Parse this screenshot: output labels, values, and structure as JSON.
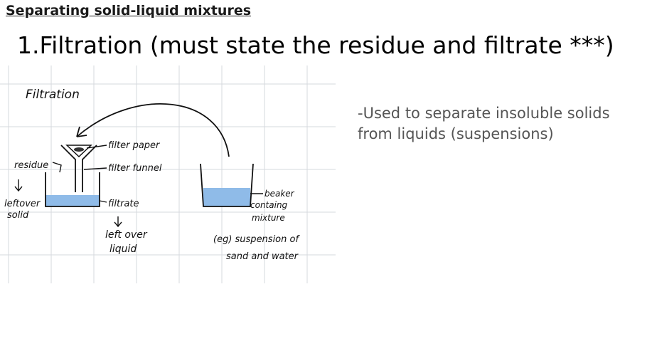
{
  "heading": "Separating solid-liquid mixtures",
  "title": "1.Filtration (must state the residue and filtrate ***)",
  "description": "-Used to separate insoluble solids from liquids (suspensions)",
  "diagram": {
    "title": "Filtration",
    "labels": {
      "filter_paper": "filter paper",
      "filter_funnel": "filter funnel",
      "residue": "residue",
      "leftover_solid_1": "leftover",
      "leftover_solid_2": "solid",
      "filtrate": "filtrate",
      "left_over_liquid_1": "left over",
      "left_over_liquid_2": "liquid",
      "beaker_1": "beaker",
      "beaker_2": "containg",
      "beaker_3": "mixture",
      "example_1": "(eg) suspension of",
      "example_2": "sand and water"
    },
    "colors": {
      "liquid": "#8fbbe8",
      "grid": "#d5d8de",
      "ink": "#111111"
    }
  }
}
